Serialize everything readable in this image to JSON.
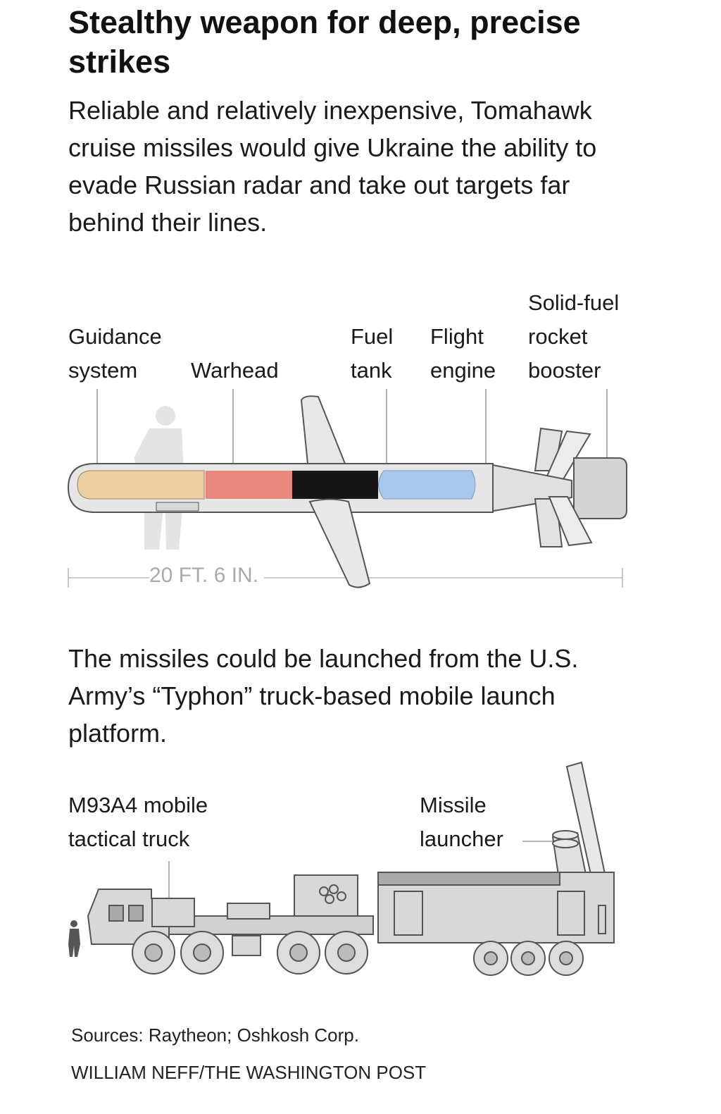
{
  "title": "Stealthy weapon for deep, precise strikes",
  "intro": "Reliable and relatively inexpensive, Tomahawk cruise missiles would give Ukraine the ability to evade Russian radar and take out targets far behind their lines.",
  "missile": {
    "labels": {
      "guidance_1": "Guidance",
      "guidance_2": "system",
      "warhead": "Warhead",
      "fuel_1": "Fuel",
      "fuel_2": "tank",
      "engine_1": "Flight",
      "engine_2": "engine",
      "booster_1": "Solid-fuel",
      "booster_2": "rocket",
      "booster_3": "booster"
    },
    "length": "20 FT. 6 IN.",
    "colors": {
      "guidance": "#eccfa3",
      "warhead": "#e9877c",
      "black": "#161616",
      "fuel": "#aac8ee"
    }
  },
  "launch_text": "The missiles could be launched from the U.S. Army’s “Typhon” truck-based mobile launch platform.",
  "truck": {
    "label_1": "M93A4 mobile",
    "label_2": "tactical truck",
    "launcher_1": "Missile",
    "launcher_2": "launcher"
  },
  "sources": "Sources: Raytheon; Oshkosh Corp.",
  "credit": "WILLIAM NEFF/THE WASHINGTON POST"
}
